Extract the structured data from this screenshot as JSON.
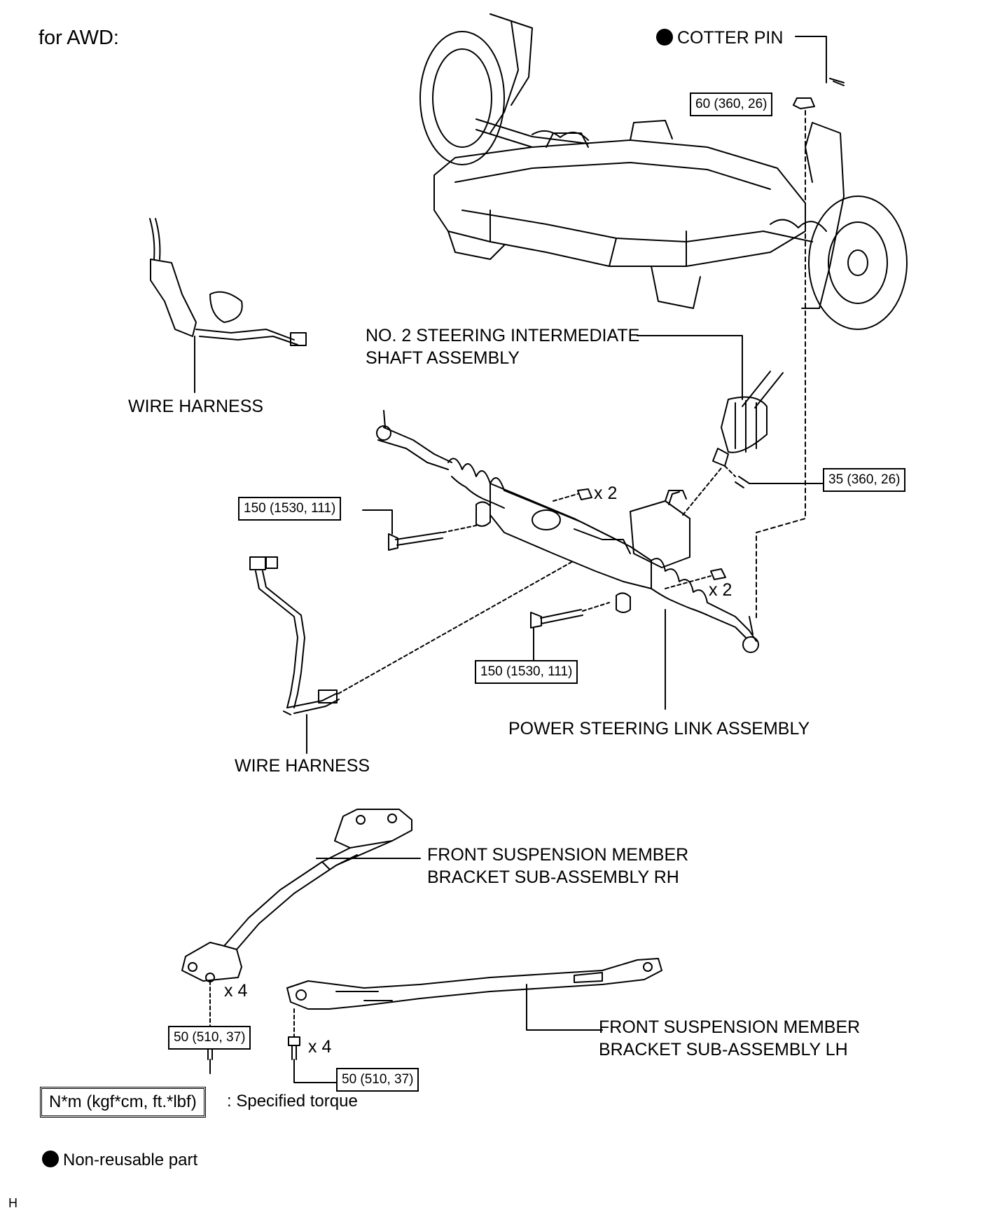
{
  "heading": "for AWD:",
  "footer_code": "H",
  "labels": {
    "cotter_pin": "COTTER PIN",
    "wire_harness_upper": "WIRE HARNESS",
    "intermediate_shaft_line1": "NO. 2 STEERING INTERMEDIATE",
    "intermediate_shaft_line2": "SHAFT ASSEMBLY",
    "power_steering_link": "POWER STEERING LINK ASSEMBLY",
    "wire_harness_lower": "WIRE HARNESS",
    "bracket_rh_line1": "FRONT SUSPENSION MEMBER",
    "bracket_rh_line2": "BRACKET SUB-ASSEMBLY RH",
    "bracket_lh_line1": "FRONT SUSPENSION MEMBER",
    "bracket_lh_line2": "BRACKET SUB-ASSEMBLY LH",
    "qty_nut_upper": "x 2",
    "qty_nut_lower": "x 2",
    "qty_bolt_rh": "x 4",
    "qty_bolt_lh": "x 4"
  },
  "torques": {
    "cotter_nut": "60 (360, 26)",
    "shaft_bolt": "35 (360, 26)",
    "rack_bolt_upper": "150 (1530, 111)",
    "rack_bolt_lower": "150 (1530, 111)",
    "bracket_rh_bolt": "50 (510, 37)",
    "bracket_lh_bolt": "50 (510, 37)"
  },
  "legend": {
    "torque_unit": "N*m (kgf*cm, ft.*lbf)",
    "torque_desc": ": Specified torque",
    "non_reusable": "Non-reusable part"
  }
}
